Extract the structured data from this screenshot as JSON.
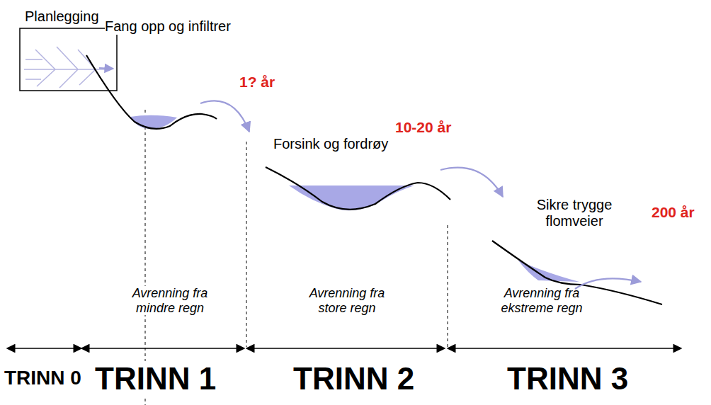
{
  "diagram": {
    "labels": [
      "Planlegging",
      "Fang opp og infiltrer",
      "1? år",
      "Forsink og fordrøy",
      "10-20 år",
      "Sikre trygge flomveier",
      "200 år",
      "Avrenning fra mindre regn",
      "Avrenning fra store regn",
      "Avrenning fra ekstreme regn",
      "TRINN 0",
      "TRINN 1",
      "TRINN 2",
      "TRINN 3"
    ]
  }
}
